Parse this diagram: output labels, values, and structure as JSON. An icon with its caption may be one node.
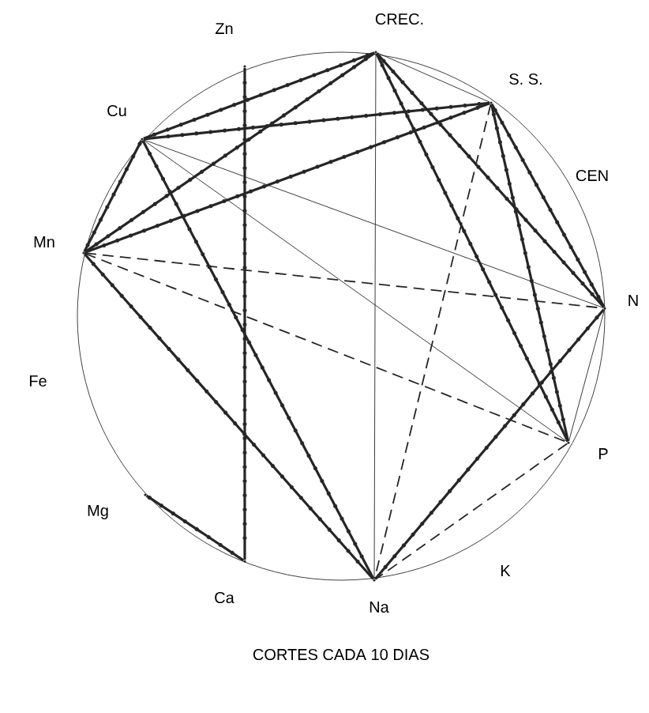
{
  "diagram": {
    "caption": "CORTES CADA 10 DIAS",
    "nodes": [
      {
        "text": [
          "Zn"
        ]
      },
      {
        "text": [
          "CREC."
        ]
      },
      {
        "text": [
          "S. S."
        ]
      },
      {
        "text": [
          "Cu"
        ]
      },
      {
        "text": [
          "Mn"
        ]
      },
      {
        "text": [
          "N"
        ]
      },
      {
        "text": [
          "P"
        ]
      },
      {
        "text": [
          "Mg"
        ]
      },
      {
        "text": [
          "Ca"
        ]
      },
      {
        "text": [
          "Na"
        ]
      }
    ],
    "edges": [
      {
        "from": 0,
        "to": 8,
        "arrow": "none"
      },
      {
        "from": 1,
        "to": 3,
        "arrow": "none"
      },
      {
        "from": 1,
        "to": 4,
        "arrow": "none"
      },
      {
        "from": 1,
        "to": 2,
        "arrow": "none"
      },
      {
        "from": 1,
        "to": 9,
        "arrow": "none"
      },
      {
        "from": 1,
        "to": 5,
        "arrow": "none"
      },
      {
        "from": 1,
        "to": 6,
        "arrow": "none"
      },
      {
        "from": 2,
        "to": 3,
        "arrow": "none"
      },
      {
        "from": 2,
        "to": 4,
        "arrow": "none"
      },
      {
        "from": 2,
        "to": 5,
        "arrow": "none"
      },
      {
        "from": 2,
        "to": 6,
        "arrow": "none"
      },
      {
        "from": 2,
        "to": 9,
        "arrow": "none",
        "style": "dashed"
      },
      {
        "from": 3,
        "to": 4,
        "arrow": "none"
      },
      {
        "from": 3,
        "to": 9,
        "arrow": "none"
      },
      {
        "from": 3,
        "to": 5,
        "arrow": "none"
      },
      {
        "from": 3,
        "to": 6,
        "arrow": "none"
      },
      {
        "from": 4,
        "to": 9,
        "arrow": "none"
      },
      {
        "from": 4,
        "to": 5,
        "arrow": "none",
        "style": "dashed"
      },
      {
        "from": 4,
        "to": 6,
        "arrow": "none",
        "style": "dashed"
      },
      {
        "from": 5,
        "to": 6,
        "arrow": "none"
      },
      {
        "from": 5,
        "to": 9,
        "arrow": "none"
      },
      {
        "from": 6,
        "to": 9,
        "arrow": "none",
        "style": "dashed"
      },
      {
        "from": 7,
        "to": 8,
        "arrow": "none"
      }
    ],
    "labels": [
      "CEN",
      "Fe",
      "K"
    ]
  }
}
